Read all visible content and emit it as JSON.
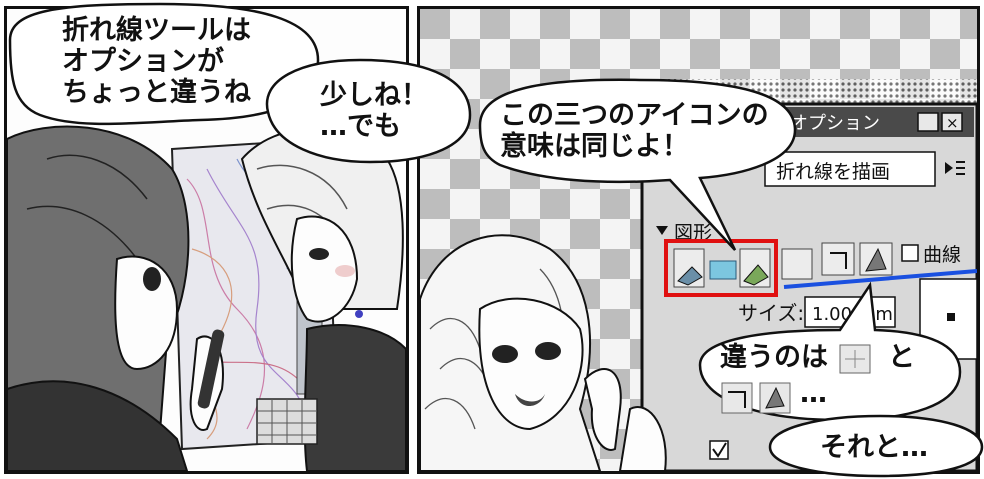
{
  "bubbles": {
    "left_1": "折れ線ツールは\nオプションが\nちょっと違うね",
    "left_2": "少しね！\n…でも",
    "right_1": "この三つのアイコンの\n意味は同じよ！",
    "right_2_line1": "違うのは",
    "right_2_and": "と",
    "right_2_line2": "…",
    "right_3": "それと…"
  },
  "tool_palette": {
    "title": "オプション",
    "tool_name": "折れ線を描画",
    "section_label": "図形",
    "curve_label": "曲線",
    "size_label": "サイズ:",
    "size_value": "1.00 mm",
    "accent_color": "#e01010",
    "blue_line_color": "#1a50e0",
    "titlebar_color": "#4a4a4a"
  },
  "window_buttons": {
    "minimize": "_",
    "close": "×"
  }
}
